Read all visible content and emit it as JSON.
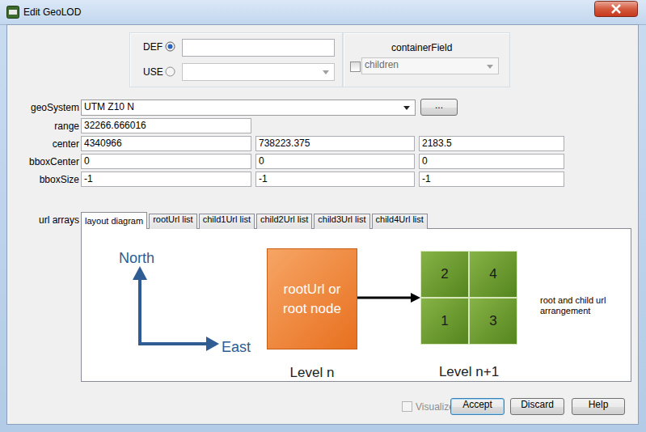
{
  "diagram": {
    "title": "Edit GeoLOD",
    "nodes": [
      {
        "text": [
          "rootUrl or root node",
          "Level n"
        ]
      },
      {
        "text": [
          "Level n+1"
        ]
      },
      {
        "text": [
          "2"
        ],
        "in": 1
      },
      {
        "text": [
          "4"
        ],
        "in": 1
      },
      {
        "text": [
          "1"
        ],
        "in": 1
      },
      {
        "text": [
          "3"
        ],
        "in": 1
      }
    ],
    "edges": [
      {
        "from": 0,
        "to": 1,
        "arrow": "to"
      }
    ],
    "labels": [
      "DEF",
      "USE",
      "containerField",
      "children",
      "geoSystem",
      "UTM Z10 N",
      "...",
      "range",
      "32266.666016",
      "center",
      "4340966",
      "738223.375",
      "2183.5",
      "bboxCenter",
      "0",
      "0",
      "0",
      "bboxSize",
      "-1",
      "-1",
      "-1",
      "url arrays",
      "layout diagram",
      "rootUrl list",
      "child1Url list",
      "child2Url list",
      "child3Url list",
      "child4Url list",
      "North",
      "East",
      "root and child url arrangement",
      "Visualize",
      "Accept",
      "Discard",
      "Help"
    ]
  }
}
